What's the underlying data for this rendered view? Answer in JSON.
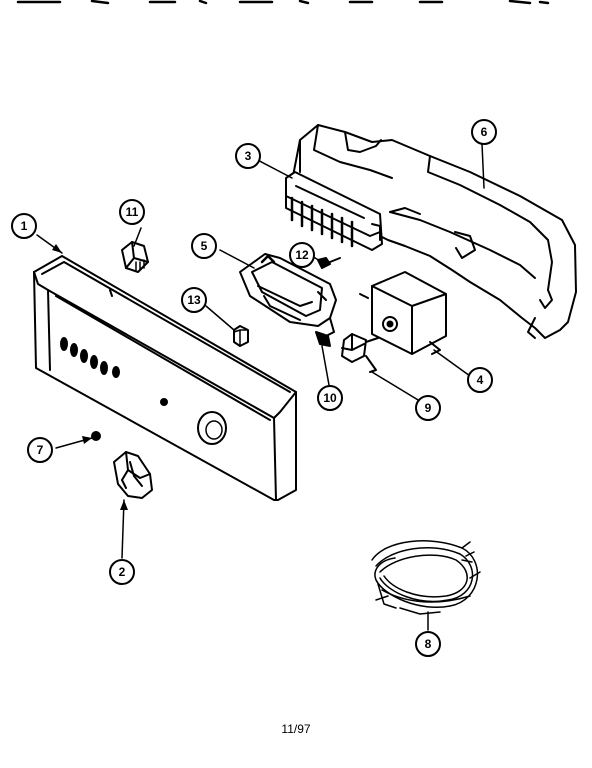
{
  "callouts": {
    "c1": "1",
    "c2": "2",
    "c3": "3",
    "c4": "4",
    "c5": "5",
    "c6": "6",
    "c7": "7",
    "c8": "8",
    "c9": "9",
    "c10": "10",
    "c11": "11",
    "c12": "12",
    "c13": "13"
  },
  "footer": {
    "date": "11/97"
  }
}
